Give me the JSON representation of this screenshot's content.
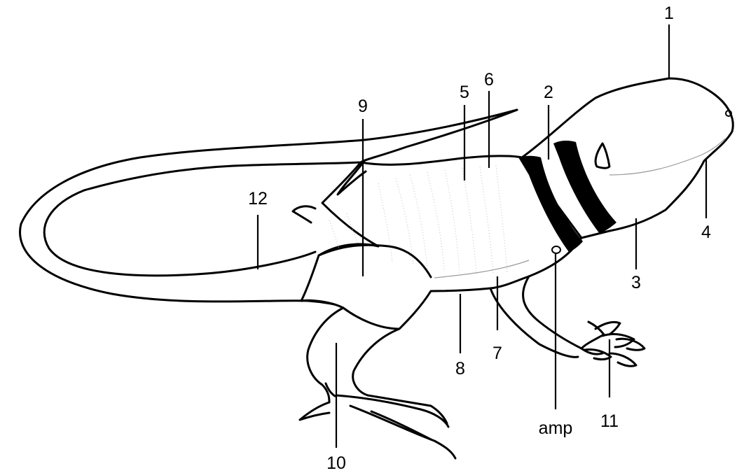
{
  "labels": {
    "l1": "1",
    "l2": "2",
    "l3": "3",
    "l4": "4",
    "l5": "5",
    "l6": "6",
    "l7": "7",
    "l8": "8",
    "l9": "9",
    "l10": "10",
    "l11": "11",
    "l12": "12",
    "amp": "amp"
  },
  "colors": {
    "outline": "#000000",
    "collar_bands": "#000000",
    "background": "#ffffff"
  }
}
